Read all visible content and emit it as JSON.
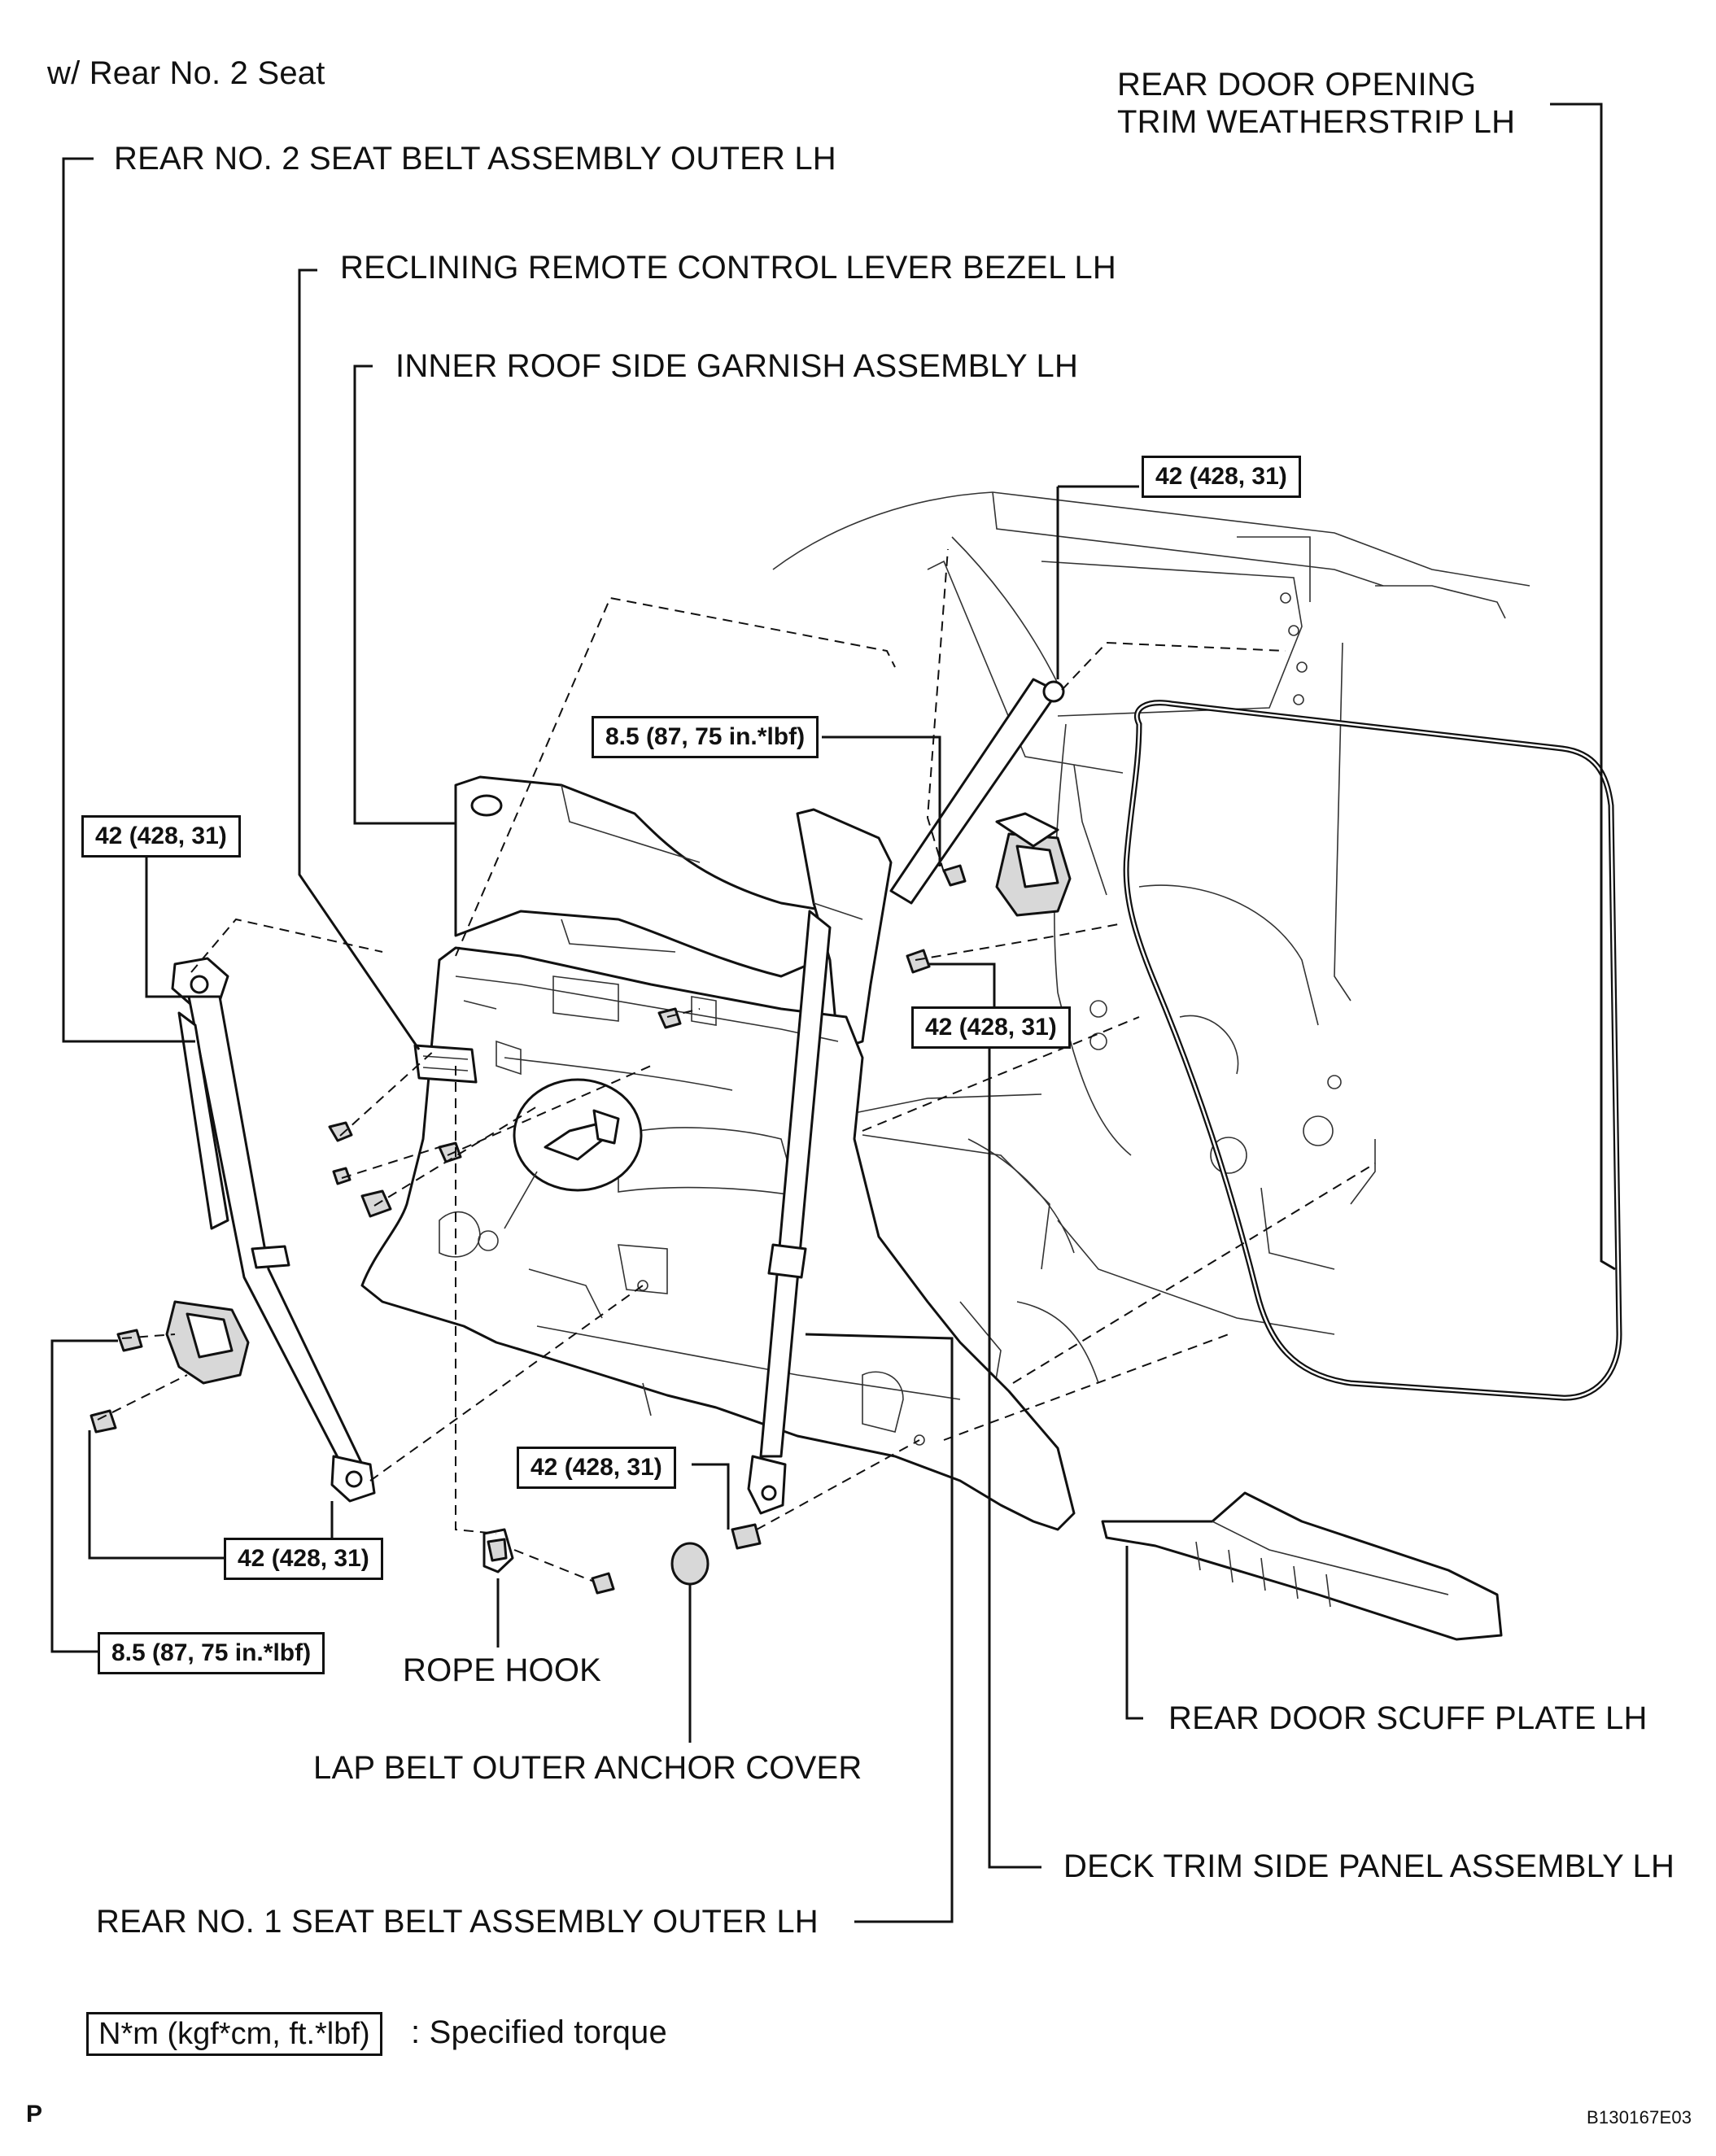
{
  "diagram": {
    "variant_note": "w/ Rear No. 2 Seat",
    "labels": {
      "rear_door_opening_trim_weatherstrip_lh_line1": "REAR DOOR OPENING",
      "rear_door_opening_trim_weatherstrip_lh_line2": "TRIM WEATHERSTRIP LH",
      "rear_no2_seat_belt_assembly_outer_lh": "REAR NO. 2 SEAT BELT ASSEMBLY OUTER LH",
      "reclining_remote_control_lever_bezel_lh": "RECLINING REMOTE CONTROL LEVER BEZEL LH",
      "inner_roof_side_garnish_assembly_lh": "INNER ROOF SIDE GARNISH ASSEMBLY LH",
      "rope_hook": "ROPE HOOK",
      "lap_belt_outer_anchor_cover": "LAP BELT OUTER ANCHOR COVER",
      "rear_door_scuff_plate_lh": "REAR DOOR SCUFF PLATE LH",
      "deck_trim_side_panel_assembly_lh": "DECK TRIM SIDE PANEL ASSEMBLY LH",
      "rear_no1_seat_belt_assembly_outer_lh": "REAR NO. 1 SEAT BELT ASSEMBLY OUTER LH"
    },
    "torque_specs": {
      "upper_anchor": "42 (428, 31)",
      "retractor_bolt_upper": "8.5 (87, 75 in.*lbf)",
      "left_anchor": "42 (428, 31)",
      "mid_right": "42 (428, 31)",
      "lower_center": "42 (428, 31)",
      "lower_left": "42 (428, 31)",
      "retractor_bolt_lower": "8.5 (87, 75 in.*lbf)"
    },
    "legend": {
      "unit_box": "N*m (kgf*cm, ft.*lbf)",
      "description": ": Specified torque"
    },
    "corner_mark": "P",
    "figure_code": "B130167E03"
  }
}
